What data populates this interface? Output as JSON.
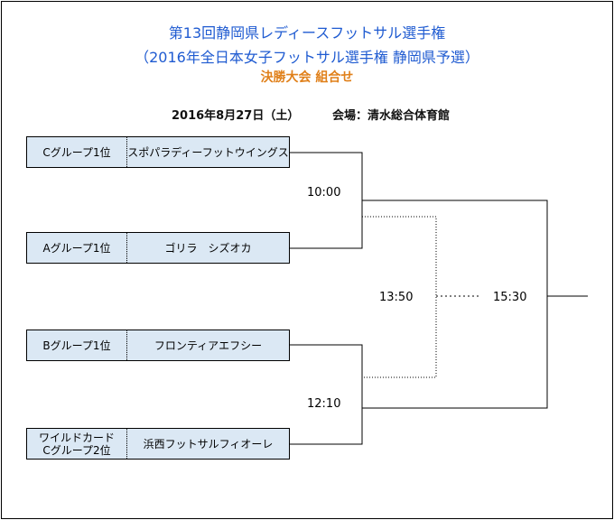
{
  "header": {
    "line1": "第13回静岡県レディースフットサル選手権",
    "line2": "（2016年全日本女子フットサル選手権 静岡県予選）",
    "line3": "決勝大会 組合せ",
    "date": "2016年8月27日（土）",
    "venue": "会場：清水総合体育館"
  },
  "teams": [
    {
      "slot": "Cグループ1位",
      "slot2": "",
      "name": "スポパラディーフットウイングス"
    },
    {
      "slot": "Aグループ1位",
      "slot2": "",
      "name": "ゴリラ　シズオカ"
    },
    {
      "slot": "Bグループ1位",
      "slot2": "",
      "name": "フロンティアエフシー"
    },
    {
      "slot": "ワイルドカード",
      "slot2": "Cグループ2位",
      "name": "浜西フットサルフィオーレ"
    }
  ],
  "times": {
    "semi1": "10:00",
    "semi2": "12:10",
    "third_place": "13:50",
    "final": "15:30"
  },
  "colors": {
    "title": "#1f5bd1",
    "subtitle": "#e0801a",
    "team_fill": "#dbe8f4"
  }
}
